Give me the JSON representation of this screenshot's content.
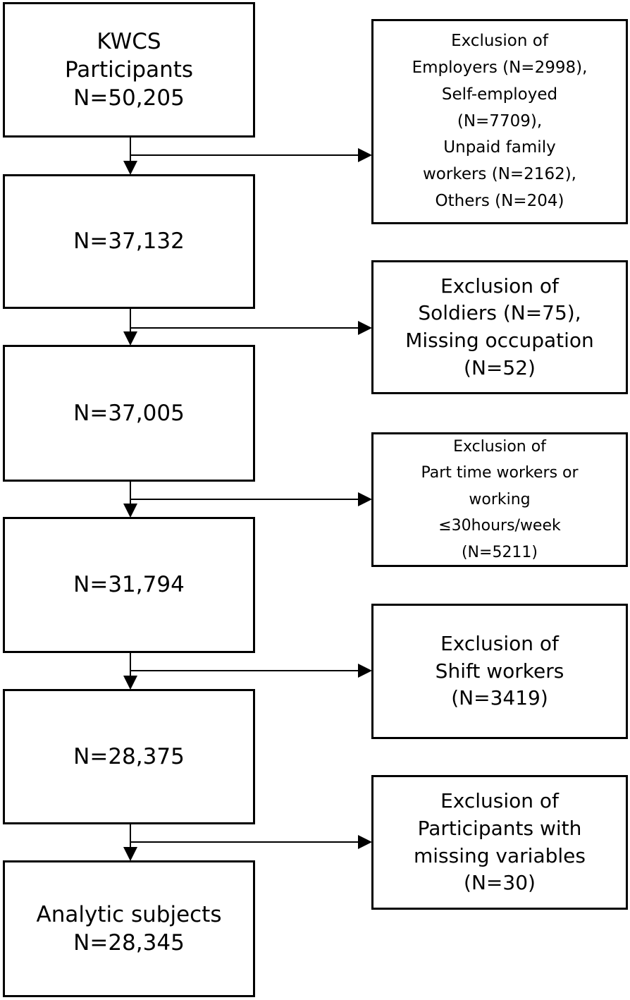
{
  "flow": {
    "steps": [
      {
        "label": "KWCS\nParticipants\nN=50,205"
      },
      {
        "label": "N=37,132"
      },
      {
        "label": "N=37,005"
      },
      {
        "label": "N=31,794"
      },
      {
        "label": "N=28,375"
      },
      {
        "label": "Analytic subjects\nN=28,345"
      }
    ],
    "exclusions": [
      {
        "label": "Exclusion of\nEmployers (N=2998),\nSelf-employed\n(N=7709),\nUnpaid family\nworkers (N=2162),\nOthers (N=204)"
      },
      {
        "label": "Exclusion of\nSoldiers (N=75),\nMissing occupation\n(N=52)"
      },
      {
        "label": "Exclusion of\nPart time workers or\nworking\n≤30hours/week\n(N=5211)"
      },
      {
        "label": "Exclusion of\nShift workers\n(N=3419)"
      },
      {
        "label": "Exclusion of\nParticipants with\nmissing variables\n(N=30)"
      }
    ]
  }
}
